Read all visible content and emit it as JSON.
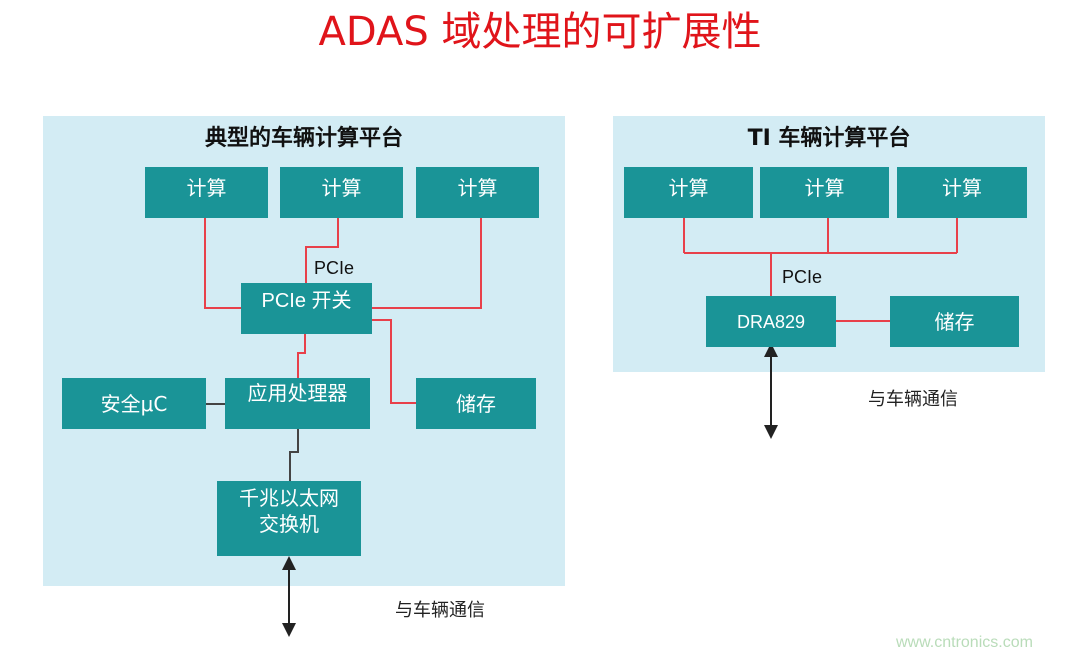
{
  "title": "ADAS 域处理的可扩展性",
  "left_panel": {
    "title": "典型的车辆计算平台",
    "compute_1": "计算",
    "compute_2": "计算",
    "compute_3": "计算",
    "pcie_label": "PCIe",
    "pcie_switch": "PCIe 开关",
    "safety_uc": "安全μC",
    "app_processor": "应用处理器",
    "storage": "储存",
    "ethernet_switch": "千兆以太网\n交换机",
    "comm_label": "与车辆通信"
  },
  "right_panel": {
    "title": "TI 车辆计算平台",
    "compute_1": "计算",
    "compute_2": "计算",
    "compute_3": "计算",
    "pcie_label": "PCIe",
    "dra829": "DRA829",
    "storage": "储存",
    "comm_label": "与车辆通信"
  },
  "watermark": "www.cntronics.com",
  "colors": {
    "title": "#e0141a",
    "panel_bg": "#d3ecf4",
    "box_bg": "#1a9497",
    "pcie_link": "#e8404a",
    "other_link": "#444444"
  }
}
